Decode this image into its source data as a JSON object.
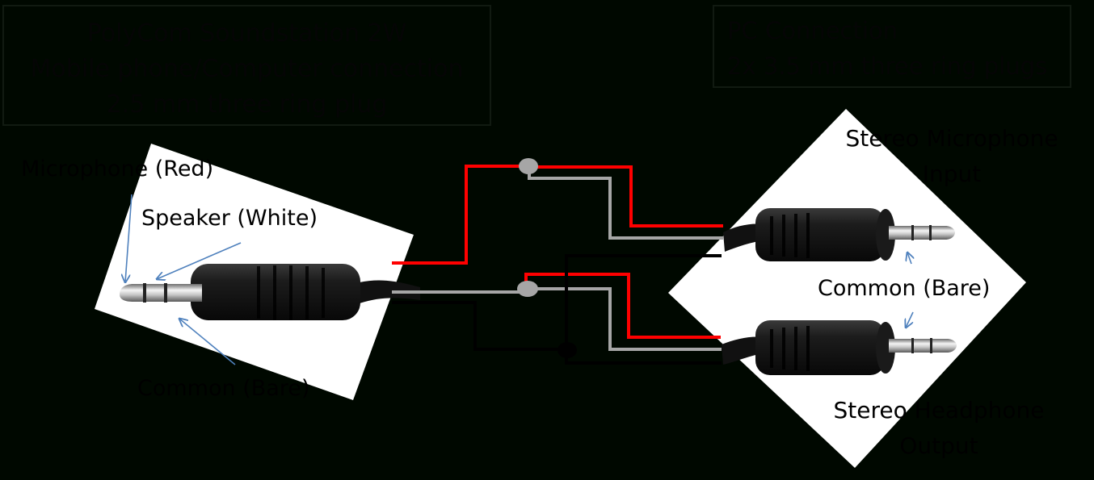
{
  "left_box": {
    "lines": [
      "PolyCom Soundstation 2W",
      "Mobile phone/Computer connection",
      "2.5 mm three ring plug"
    ]
  },
  "right_box": {
    "lines": [
      "PC Connection",
      "2x 3.5 mm three ring plugs"
    ]
  },
  "left_plug_labels": {
    "microphone": "Microphone (Red)",
    "speaker": "Speaker (White)",
    "common": "Common (Bare)"
  },
  "right_plug_labels": {
    "stereo_mic": [
      "Stereo Microphone",
      "Input"
    ],
    "common": "Common (Bare)",
    "stereo_headphone": [
      "Stereo Headphone",
      "Output"
    ]
  },
  "colors": {
    "background": "#000800",
    "wire_red": "#ff0000",
    "wire_grey": "#a6a6a6",
    "wire_black": "#000000",
    "arrow_blue": "#4f81bd",
    "panel_white": "#ffffff"
  }
}
